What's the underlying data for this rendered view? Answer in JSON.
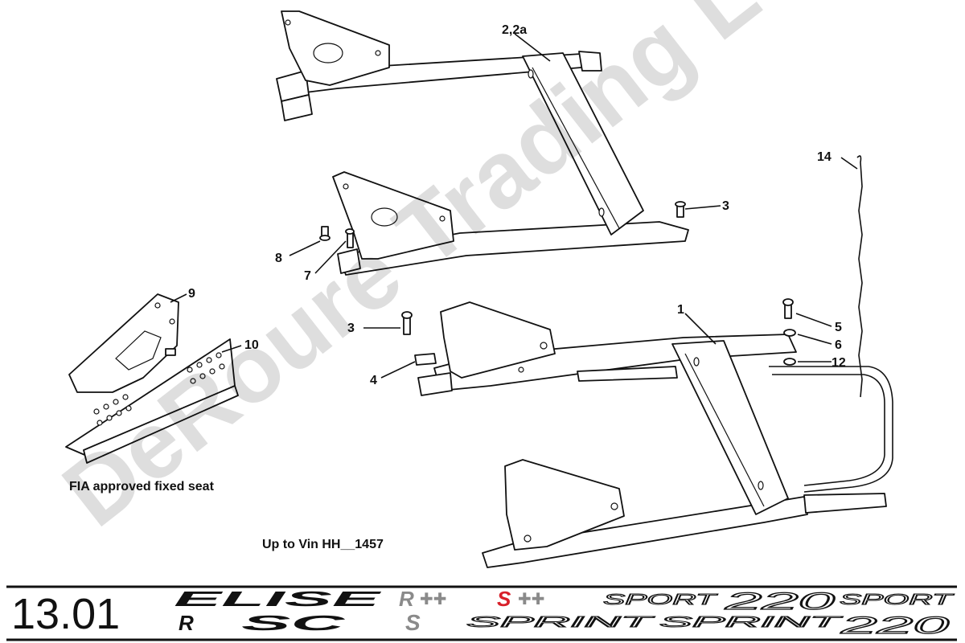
{
  "watermark": "DeRoure Trading Ltd",
  "callouts": {
    "c_2_2a": "2,2a",
    "c_3_upper": "3",
    "c_14": "14",
    "c_8": "8",
    "c_7": "7",
    "c_9": "9",
    "c_10": "10",
    "c_3_lower": "3",
    "c_4": "4",
    "c_1": "1",
    "c_5": "5",
    "c_6": "6",
    "c_12": "12"
  },
  "captions": {
    "fia": "FIA approved fixed seat",
    "vin": "Up to Vin HH__1457"
  },
  "footer": {
    "page_number": "13.01",
    "logos": {
      "elise": "ELISE",
      "r": "R",
      "sc": "SC",
      "rplus": "R",
      "splus": "S",
      "s": "S",
      "sport_top": "SPORT",
      "num220_top": "220",
      "sport_right": "SPORT",
      "sprint_1": "SPRINT",
      "sprint_2": "SPRINT",
      "num220_bottom": "220"
    }
  },
  "colors": {
    "ink": "#111111",
    "logo_red": "#d8202a",
    "logo_grey": "#8a8a8a",
    "watermark": "#000000"
  }
}
